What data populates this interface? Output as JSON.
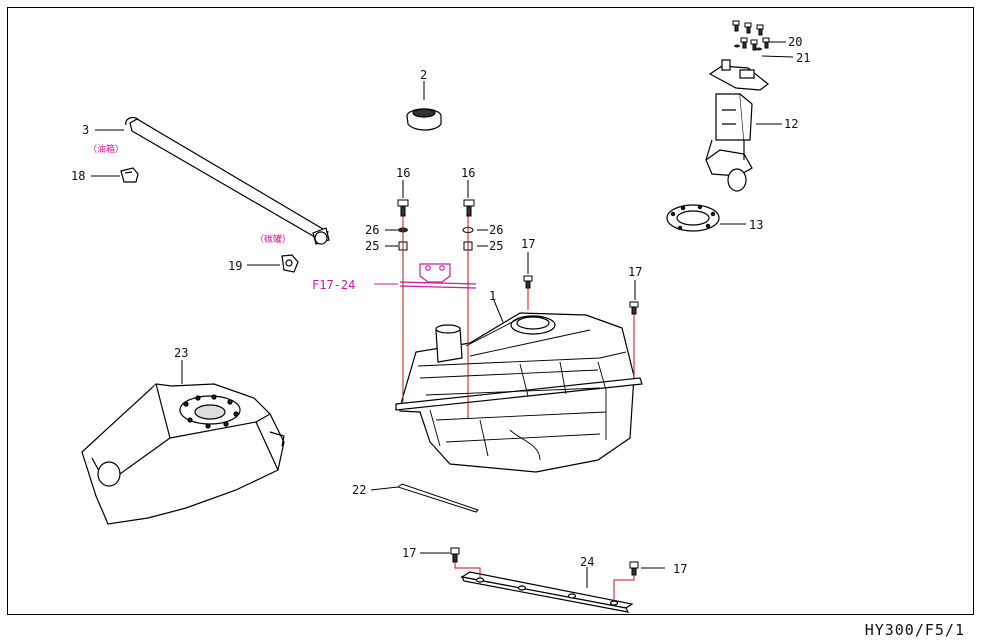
{
  "diagram": {
    "footer_code": "HY300/F5/1",
    "labels": {
      "p1": "1",
      "p2": "2",
      "p3": "3",
      "p12": "12",
      "p13": "13",
      "p16a": "16",
      "p16b": "16",
      "p17a": "17",
      "p17b": "17",
      "p17c": "17",
      "p17d": "17",
      "p18": "18",
      "p19": "19",
      "p20": "20",
      "p21": "21",
      "p22": "22",
      "p23": "23",
      "p24": "24",
      "p25a": "25",
      "p25b": "25",
      "p26a": "26",
      "p26b": "26",
      "f1724": "F17-24"
    },
    "cn_labels": {
      "tank": "（油箱）",
      "canister": "（碳罐）"
    },
    "colors": {
      "callout_magenta": "#d01aa0",
      "lead_red": "#cc1111",
      "line": "#000000"
    }
  }
}
